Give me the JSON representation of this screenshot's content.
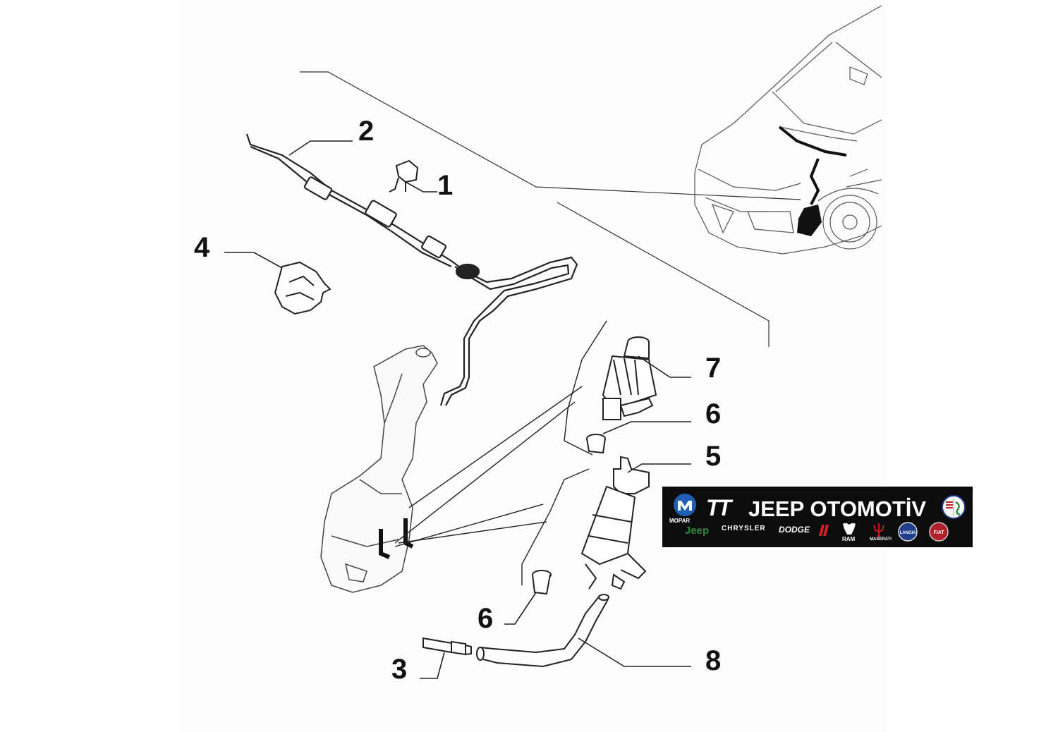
{
  "diagram": {
    "title": "Headlamp washer system exploded view",
    "callouts": [
      {
        "id": "1",
        "label": "1"
      },
      {
        "id": "2",
        "label": "2"
      },
      {
        "id": "3",
        "label": "3"
      },
      {
        "id": "4",
        "label": "4"
      },
      {
        "id": "5",
        "label": "5"
      },
      {
        "id": "6a",
        "label": "6"
      },
      {
        "id": "6b",
        "label": "6"
      },
      {
        "id": "7",
        "label": "7"
      },
      {
        "id": "8",
        "label": "8"
      }
    ]
  },
  "banner": {
    "logo_mark": "TT",
    "company": "JEEP OTOMOTİV",
    "mopar": "MOPAR",
    "brands": {
      "jeep": "Jeep",
      "chrysler": "CHRYSLER",
      "dodge": "DODGE",
      "ram": "RAM",
      "maserati": "MASERATI",
      "lancia": "LANCIA",
      "fiat": "FIAT"
    },
    "colors": {
      "background": "#0c0c0c",
      "jeep_green": "#2e8b3a",
      "dodge_red": "#d0202a",
      "fiat_red": "#b0202a",
      "lancia_blue": "#1f3d8a"
    }
  }
}
